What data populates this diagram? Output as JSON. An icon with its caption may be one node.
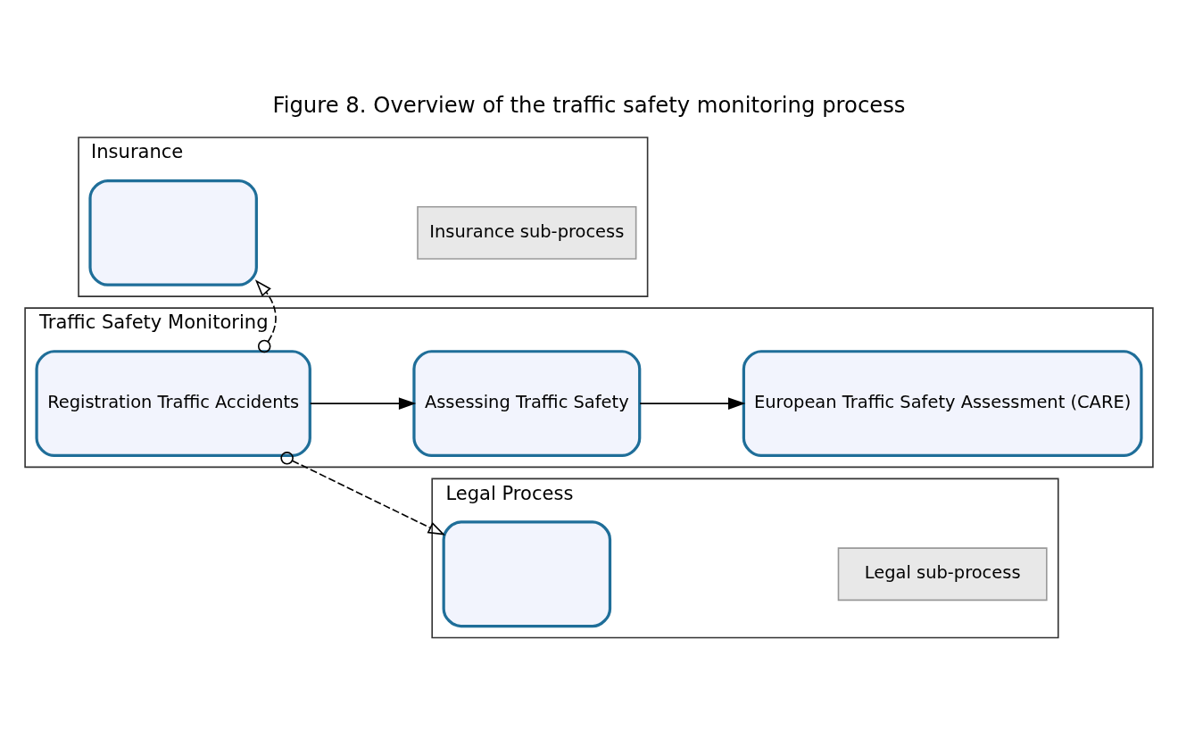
{
  "diagram": {
    "title": "Figure 8. Overview of the traffic safety monitoring process",
    "nodes": [
      {
        "text": [
          "Traffic Safety Monitoring"
        ]
      },
      {
        "text": [
          "Registration Traffic Accidents"
        ],
        "in": 0
      },
      {
        "text": [
          "Assessing Traffic Safety"
        ],
        "in": 0
      },
      {
        "text": [
          "European Traffic Safety Assessment (CARE)"
        ],
        "in": 0
      },
      {
        "text": [
          "Insurance"
        ]
      },
      {
        "text": [],
        "shape": "box",
        "in": 4
      },
      {
        "text": [
          "Insurance sub-process"
        ],
        "in": 4
      },
      {
        "text": [
          "Legal Process"
        ]
      },
      {
        "text": [],
        "shape": "box",
        "in": 7
      },
      {
        "text": [
          "Legal sub-process"
        ],
        "in": 7
      }
    ],
    "edges": [
      {
        "from": 1,
        "to": 2,
        "arrow": "to"
      },
      {
        "from": 2,
        "to": 3,
        "arrow": "to"
      },
      {
        "from": 1,
        "to": 5,
        "arrow": "to",
        "style": "dashed"
      },
      {
        "from": 1,
        "to": 8,
        "arrow": "to",
        "style": "dashed"
      }
    ]
  }
}
